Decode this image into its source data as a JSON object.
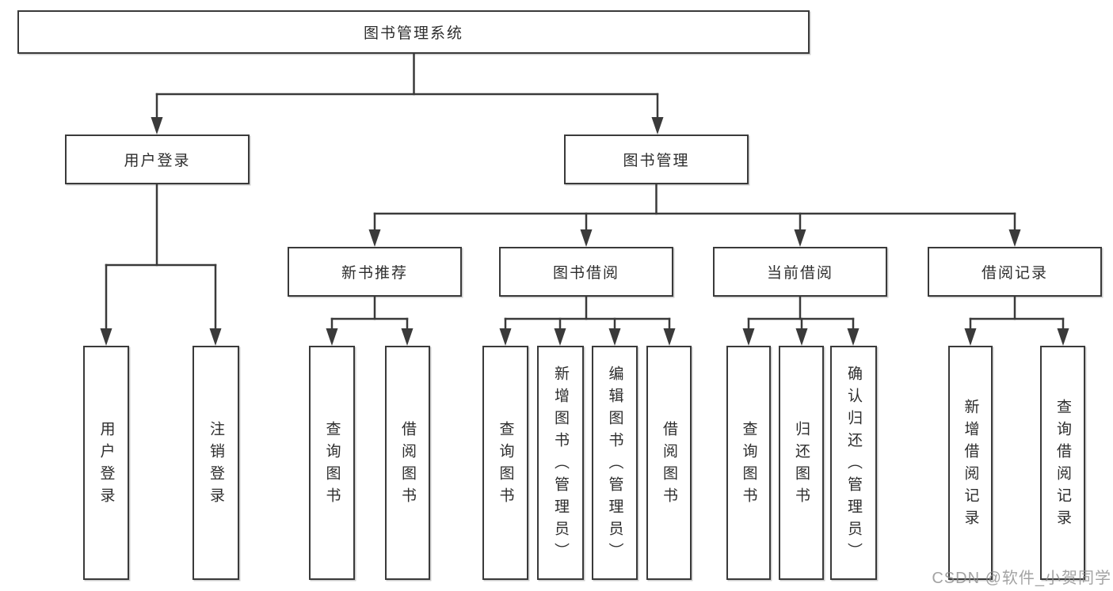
{
  "diagram": {
    "root": {
      "label": "图书管理系统"
    },
    "level2": [
      {
        "label": "用户登录"
      },
      {
        "label": "图书管理"
      }
    ],
    "level3": [
      {
        "label": "新书推荐"
      },
      {
        "label": "图书借阅"
      },
      {
        "label": "当前借阅"
      },
      {
        "label": "借阅记录"
      }
    ],
    "leaves": [
      {
        "label": "用户登录"
      },
      {
        "label": "注销登录"
      },
      {
        "label": "查询图书"
      },
      {
        "label": "借阅图书"
      },
      {
        "label": "查询图书"
      },
      {
        "label": "新增图书（管理员）"
      },
      {
        "label": "编辑图书（管理员）"
      },
      {
        "label": "借阅图书"
      },
      {
        "label": "查询图书"
      },
      {
        "label": "归还图书"
      },
      {
        "label": "确认归还（管理员）"
      },
      {
        "label": "新增借阅记录"
      },
      {
        "label": "查询借阅记录"
      }
    ]
  },
  "watermark": {
    "text": "CSDN @软件_小贺同学"
  },
  "colors": {
    "line": "#3a3a3a",
    "text": "#2d2d2d",
    "box_background": "#ffffff",
    "watermark": "#8c8c8c",
    "background": "#ffffff"
  }
}
